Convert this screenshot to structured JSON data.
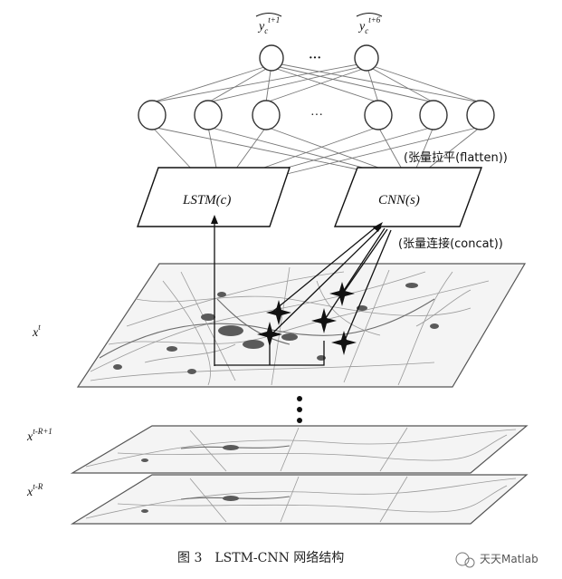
{
  "outputs": [
    {
      "base": "y",
      "sub": "c",
      "sup": "t+1"
    },
    {
      "base": "y",
      "sub": "c",
      "sup": "t+6"
    }
  ],
  "ellipsis": "···",
  "blocks": {
    "lstm": {
      "label": "LSTM(c)"
    },
    "cnn": {
      "label": "CNN(s)"
    }
  },
  "annotations": {
    "flatten": "(张量拉平(flatten))",
    "concat": "(张量连接(concat))"
  },
  "layers": [
    {
      "base": "x",
      "sup": "t"
    },
    {
      "base": "x",
      "sup": "t-R+1"
    },
    {
      "base": "x",
      "sup": "t-R"
    }
  ],
  "caption": "图 3　LSTM-CNN 网络结构",
  "watermark": "天天Matlab"
}
